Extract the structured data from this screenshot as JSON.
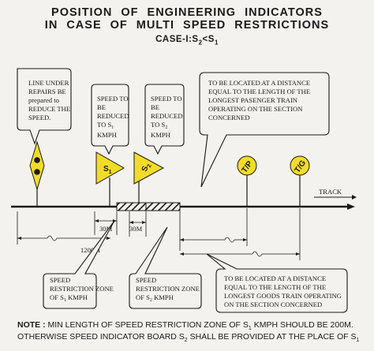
{
  "title": {
    "line1": "POSITION  OF  ENGINEERING  INDICATORS",
    "line2": "IN  CASE  OF  MULTI  SPEED  RESTRICTIONS",
    "case_prefix": "CASE-I:S",
    "case_sub2": "2",
    "case_mid": "<S",
    "case_sub1": "1"
  },
  "callouts": {
    "line_under_repairs": [
      "LINE UNDER",
      "REPAIRS BE",
      "prepared to",
      "REDUCE THE",
      "SPEED."
    ],
    "speed_s1": [
      "SPEED TO",
      "BE",
      "REDUCED",
      "TO S",
      "KMPH"
    ],
    "speed_s1_sub": "1",
    "speed_s2": [
      "SPEED TO",
      "BE",
      "REDUCED",
      "TO S",
      "KMPH"
    ],
    "speed_s2_sub": "2",
    "passenger": [
      "TO BE LOCATED AT A DISTANCE",
      "EQUAL TO THE LENGTH OF THE",
      "LONGEST PASENGER TRAIN",
      "OPERATING ON THE SECTION",
      "CONCERNED"
    ],
    "zone_s1": [
      "SPEED",
      "RESTRICTION ZONE",
      "OF S",
      " KMPH"
    ],
    "zone_s1_sub": "1",
    "zone_s2": [
      "SPEED",
      "RESTRICTION ZONE",
      "OF S",
      " KMPH"
    ],
    "zone_s2_sub": "2",
    "goods": [
      "TO BE LOCATED AT A DISTANCE",
      "EQUAL TO THE LENGTH OF THE",
      "LONGEST GOODS TRAIN OPERATING",
      "ON THE SECTION CONCERNED"
    ]
  },
  "signs": {
    "s1_letter": "S",
    "s1_sub": "1",
    "s2_letter": "S",
    "s2_sub": "2",
    "tp_label": "T/P",
    "tg_label": "T/G"
  },
  "track_label": "TRACK",
  "dimensions": {
    "d30_left": "30M",
    "d30_right": "30M",
    "d1200": "1200M"
  },
  "note": {
    "label": "NOTE :",
    "line1_text": " MIN LENGTH OF SPEED RESTRICTION ZONE OF S",
    "line1_sub": "1",
    "line1_end": " KMPH SHOULD BE 200M.",
    "line2_text": "OTHERWISE SPEED INDICATOR BOARD S",
    "line2_sub": "2",
    "line2_mid": " SHALL BE PROVIDED AT THE PLACE OF S",
    "line2_sub2": "1"
  },
  "colors": {
    "sign_yellow": "#f2dc2a",
    "ink": "#1a1a1a",
    "paper": "#f4f2ee"
  }
}
